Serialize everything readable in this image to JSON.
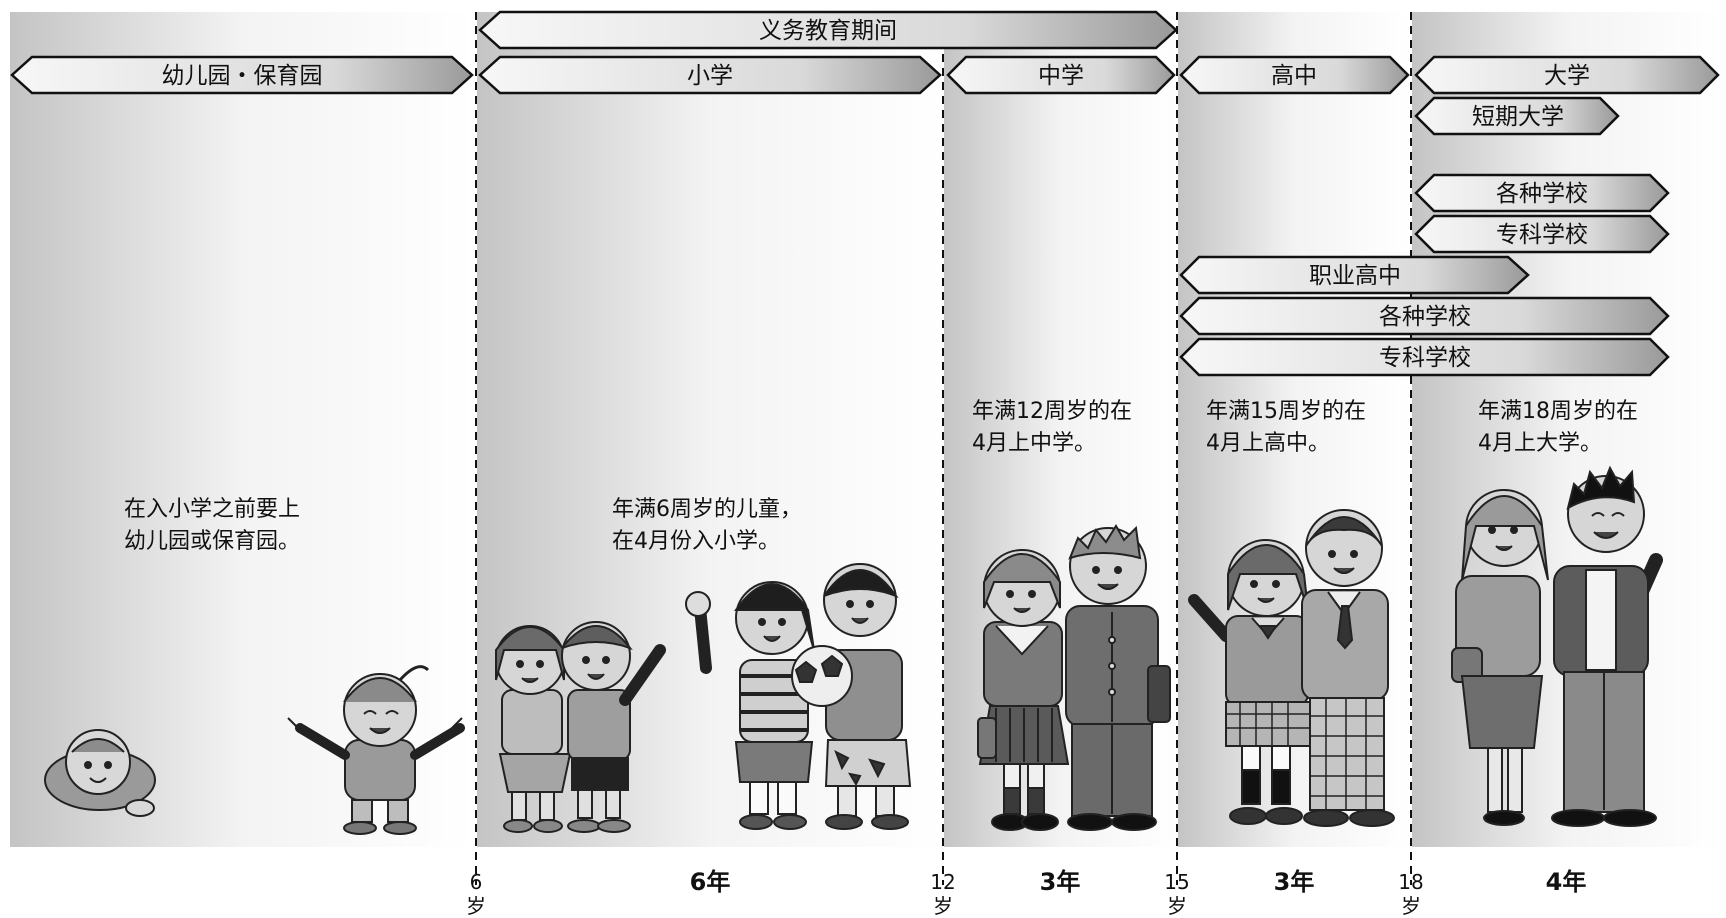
{
  "banners": {
    "compulsory": "义务教育期间",
    "kindergarten": "幼儿园・保育园",
    "elementary": "小学",
    "middle": "中学",
    "high": "高中",
    "university": "大学",
    "junior_college": "短期大学",
    "misc_school_upper": "各种学校",
    "specialized_school_upper": "专科学校",
    "vocational_high": "职业高中",
    "misc_school_lower": "各种学校",
    "specialized_school_lower": "专科学校"
  },
  "notes": {
    "kindergarten": [
      "在入小学之前要上",
      "幼儿园或保育园。"
    ],
    "elementary": [
      "年满6周岁的儿童，",
      "在4月份入小学。"
    ],
    "middle": [
      "年满12周岁的在",
      "4月上中学。"
    ],
    "high": [
      "年满15周岁的在",
      "4月上高中。"
    ],
    "university": [
      "年满18周岁的在",
      "4月上大学。"
    ]
  },
  "ages": [
    {
      "num": "6",
      "unit": "岁"
    },
    {
      "num": "12",
      "unit": "岁"
    },
    {
      "num": "15",
      "unit": "岁"
    },
    {
      "num": "18",
      "unit": "岁"
    }
  ],
  "durations": {
    "elementary": "6年",
    "middle": "3年",
    "high": "3年",
    "university": "4年"
  },
  "illustrations": [
    "crawling-baby-figure",
    "toddler-girl-figure",
    "elementary-girl-figure",
    "elementary-boy-figure",
    "older-girl-figure",
    "older-boy-with-ball-figure",
    "middle-school-girl-figure",
    "middle-school-boy-figure",
    "high-school-girl-figure",
    "high-school-boy-figure",
    "university-woman-figure",
    "university-man-figure"
  ]
}
